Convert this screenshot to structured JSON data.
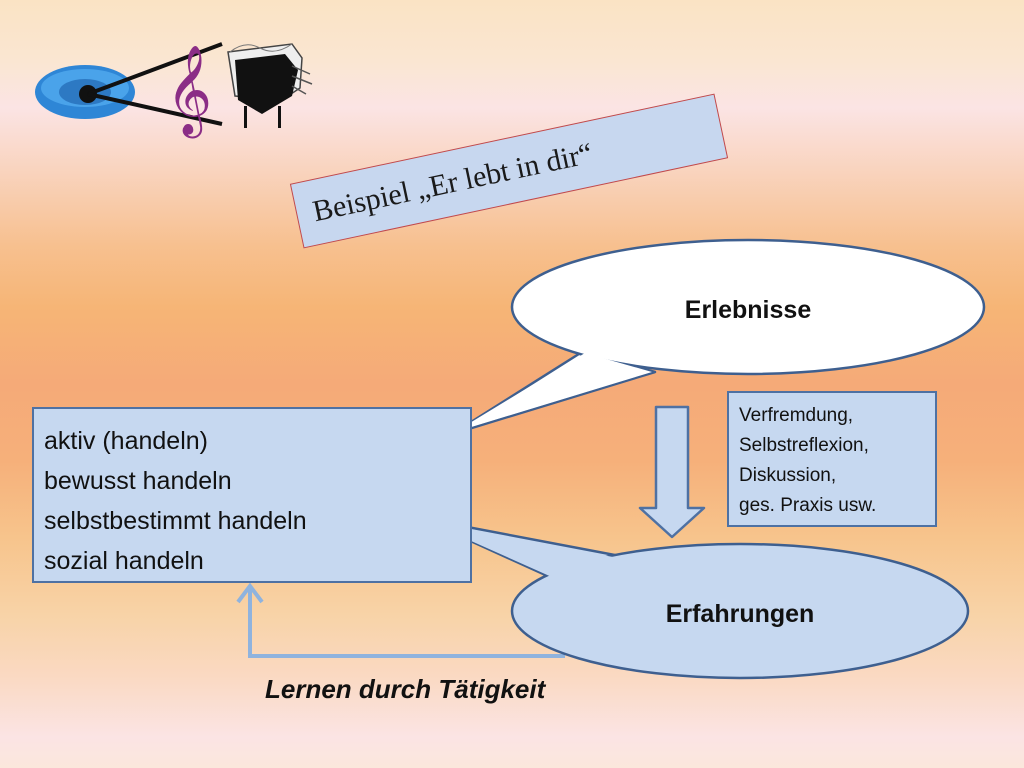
{
  "title": "Beispiel „Er lebt in dir“",
  "main_list": [
    "aktiv  (handeln)",
    "bewusst handeln",
    "selbstbestimmt handeln",
    "sozial handeln"
  ],
  "bubble_top": "Erlebnisse",
  "bubble_bottom": "Erfahrungen",
  "side_list": [
    "Verfremdung,",
    "Selbstreflexion,",
    "Diskussion,",
    "ges. Praxis usw."
  ],
  "caption": "Lernen durch Tätigkeit",
  "colors": {
    "box_fill": "#c6d8f0",
    "box_border": "#4e71a3",
    "title_border": "#c44949",
    "bubble_white": "#ffffff",
    "bubble_blue": "#c6d8f0",
    "connector": "#8fb3de"
  },
  "icons": [
    "eye-lens-icon",
    "treble-clef-icon",
    "piano-icon"
  ]
}
